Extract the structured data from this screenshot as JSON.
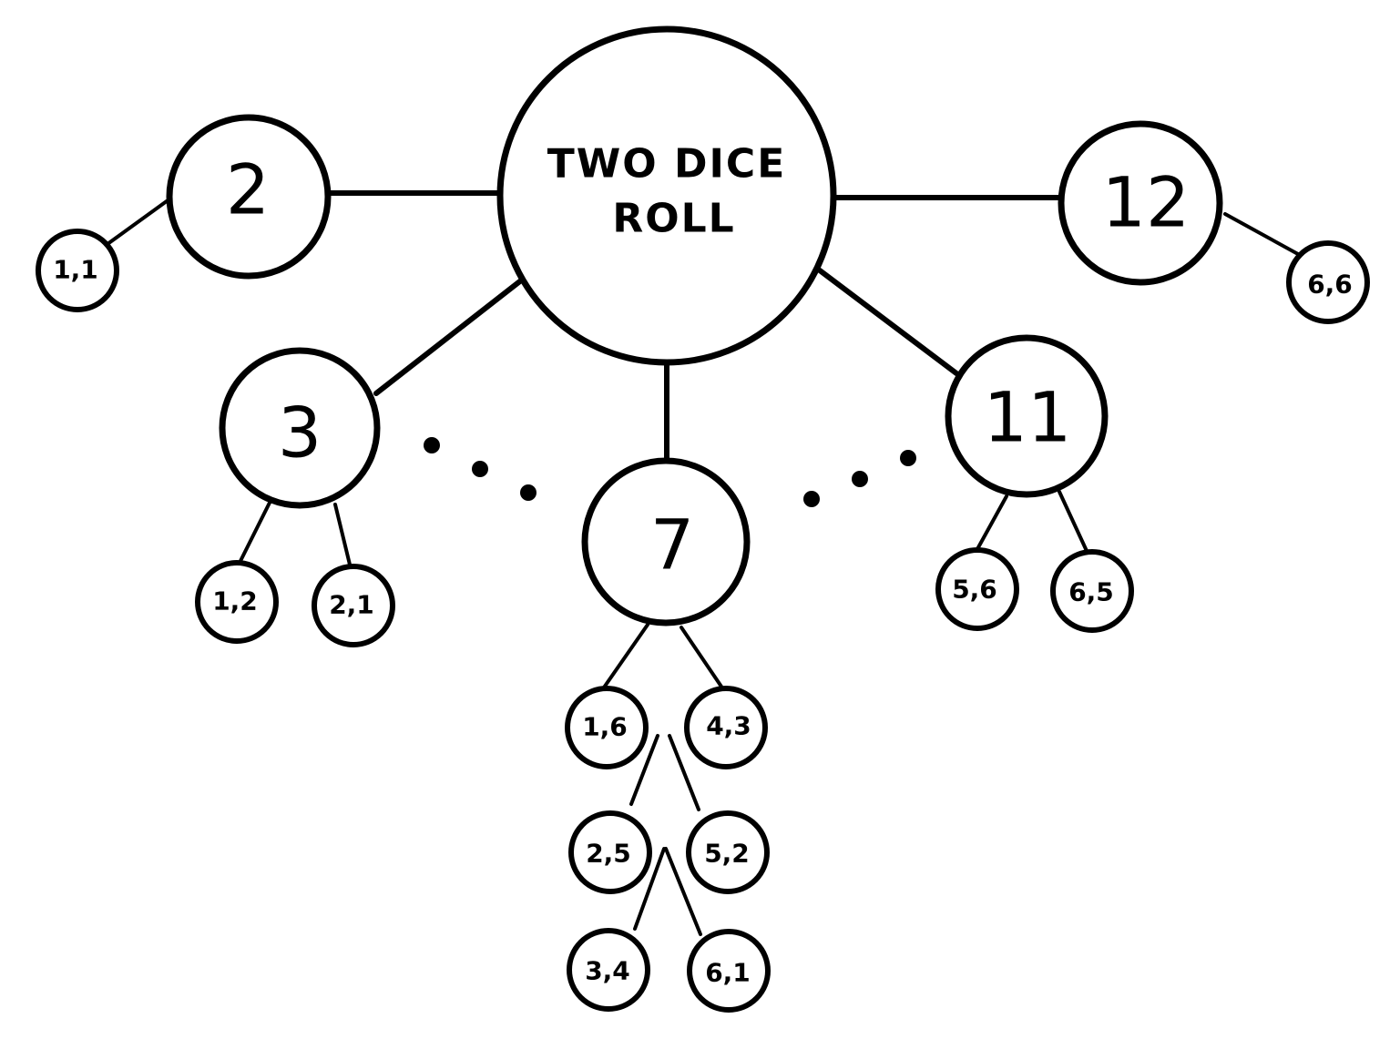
{
  "root": {
    "line1": "TWO DICE",
    "line2": "ROLL"
  },
  "sums": {
    "s2": "2",
    "s3": "3",
    "s7": "7",
    "s11": "11",
    "s12": "12"
  },
  "pairs": {
    "p11": "1,1",
    "p12": "1,2",
    "p21": "2,1",
    "p16": "1,6",
    "p43": "4,3",
    "p25": "2,5",
    "p52": "5,2",
    "p34": "3,4",
    "p61": "6,1",
    "p56": "5,6",
    "p65": "6,5",
    "p66": "6,6"
  }
}
